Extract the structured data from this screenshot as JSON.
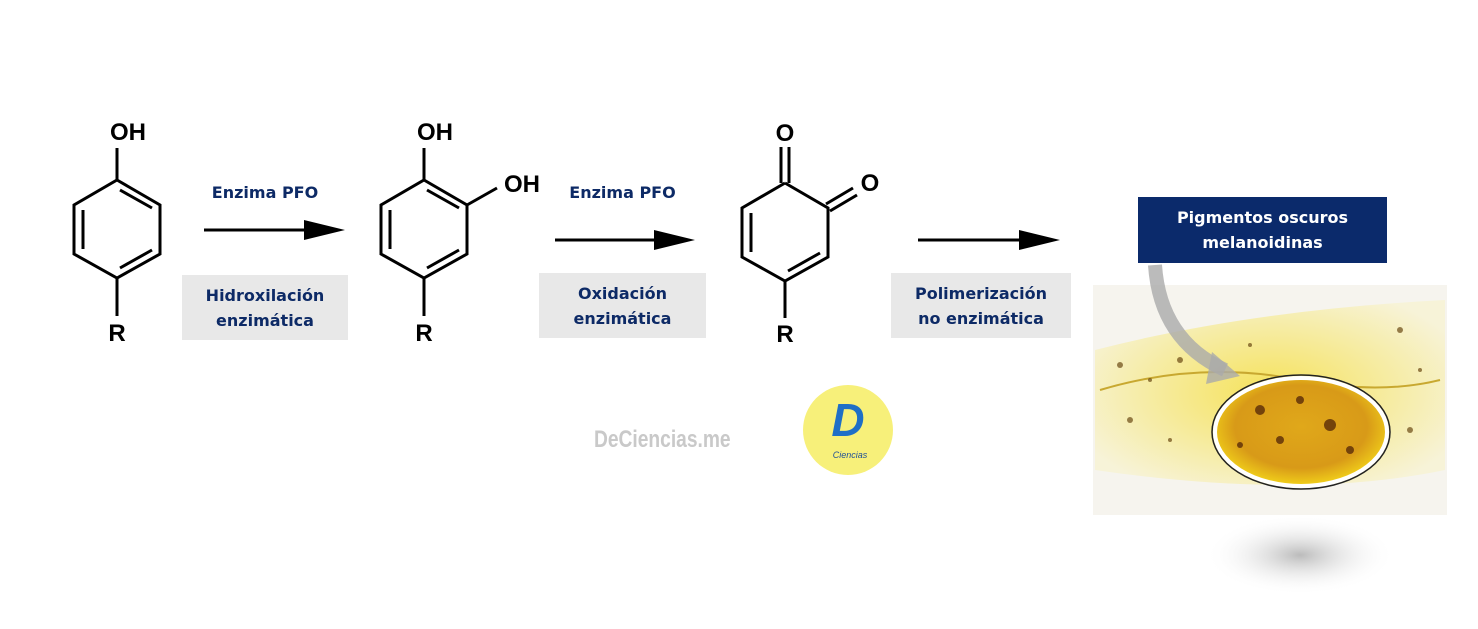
{
  "molecules": [
    {
      "name": "phenol",
      "top": "OH",
      "substituent": "R"
    },
    {
      "name": "catechol",
      "top": "OH",
      "side": "OH",
      "substituent": "R"
    },
    {
      "name": "o-quinone",
      "top": "O",
      "side": "O",
      "substituent": "R"
    }
  ],
  "steps": [
    {
      "enzyme": "Enzima PFO",
      "line1": "Hidroxilación",
      "line2": "enzimática"
    },
    {
      "enzyme": "Enzima PFO",
      "line1": "Oxidación",
      "line2": "enzimática"
    },
    {
      "line1": "Polimerización",
      "line2": "no enzimática"
    }
  ],
  "result": {
    "line1": "Pigmentos oscuros",
    "line2": "melanoidinas"
  },
  "watermark": "DeCiencias.me",
  "logo": {
    "letter": "D",
    "sub": "Ciencias"
  },
  "colors": {
    "navy": "#0b2a6b",
    "label_bg": "#e8e8e8",
    "logo_yellow": "#f7f07a",
    "banana": "#f2d21a"
  }
}
